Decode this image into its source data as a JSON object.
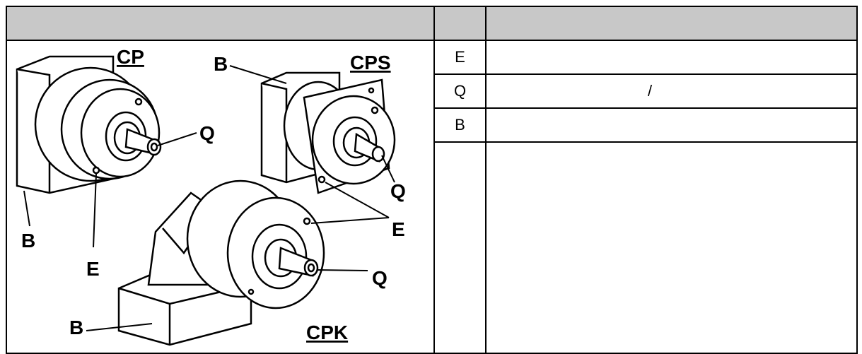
{
  "table": {
    "header": {
      "col1": "",
      "col2": "",
      "col3": ""
    },
    "rows": [
      {
        "code": "E",
        "desc": ""
      },
      {
        "code": "Q",
        "desc": "/"
      },
      {
        "code": "B",
        "desc": ""
      },
      {
        "code": "",
        "desc": ""
      }
    ]
  },
  "figure": {
    "models": {
      "cp": "CP",
      "cps": "CPS",
      "cpk": "CPK"
    },
    "callouts": {
      "b": "B",
      "q": "Q",
      "e": "E"
    }
  }
}
